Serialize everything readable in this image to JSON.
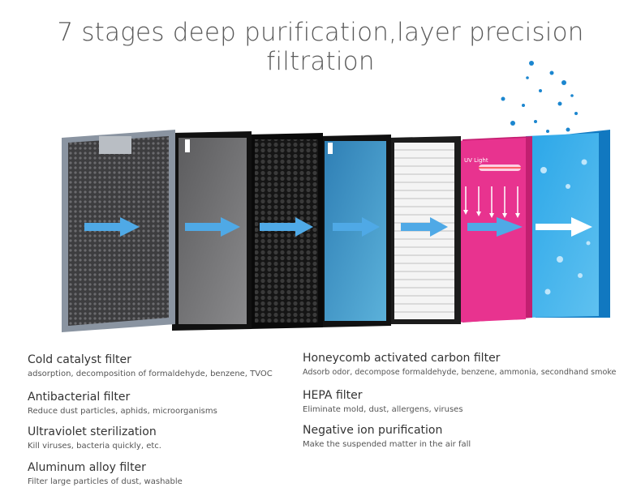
{
  "headline": "7 stages deep purification,layer precision filtration",
  "uv_label": "UV Light",
  "filters_left": [
    {
      "name": "Cold catalyst filter",
      "description": "adsorption, decomposition of formaldehyde, benzene, TVOC"
    },
    {
      "name": "Antibacterial filter",
      "description": "Reduce dust particles, aphids, microorganisms"
    },
    {
      "name": "Ultraviolet sterilization",
      "description": "Kill viruses, bacteria quickly, etc."
    },
    {
      "name": "Aluminum alloy filter",
      "description": "Filter large particles of dust, washable"
    }
  ],
  "filters_right": [
    {
      "name": "Honeycomb activated carbon filter",
      "description": "Adsorb odor, decompose formaldehyde, benzene, ammonia, secondhand smoke"
    },
    {
      "name": "HEPA filter",
      "description": "Eliminate mold, dust, allergens, viruses"
    },
    {
      "name": "Negative ion purification",
      "description": "Make the suspended matter in the air fall"
    }
  ],
  "colors": {
    "arrow": "#4fa9e6",
    "uv_panel": "#e8338f",
    "ion_panel": "#1c9ae0",
    "carbon_blue": "#3a86b8"
  }
}
